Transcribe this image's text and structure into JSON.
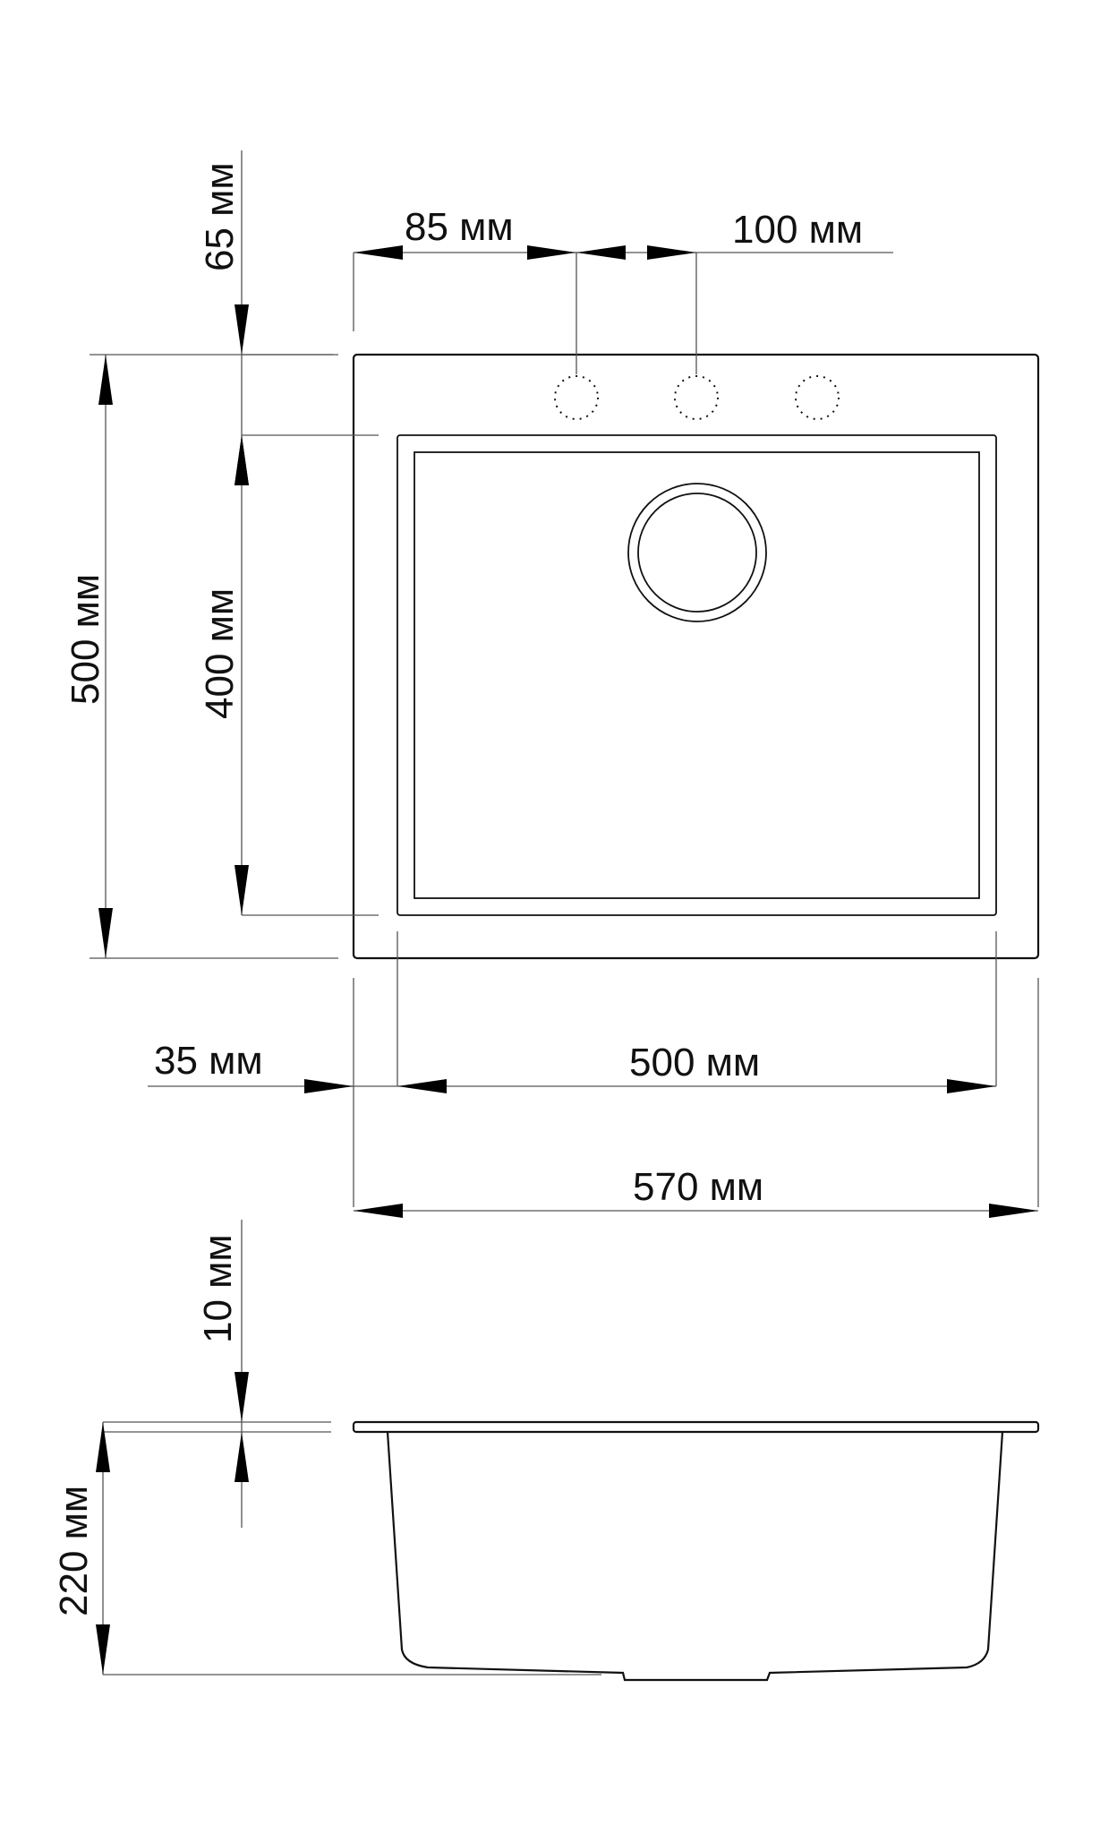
{
  "dimensions": {
    "top_margin": "65 мм",
    "tap_offset": "85 мм",
    "tap_spacing": "100 мм",
    "total_depth": "500 мм",
    "bowl_depth": "400 мм",
    "side_margin": "35 мм",
    "bowl_width": "500 мм",
    "total_width": "570 мм",
    "rim_thickness": "10 мм",
    "sink_height": "220 мм"
  },
  "colors": {
    "line": "#111111",
    "dimension_line": "#555555",
    "background": "#ffffff"
  },
  "features": {
    "tap_holes": 3,
    "drain": 1
  }
}
